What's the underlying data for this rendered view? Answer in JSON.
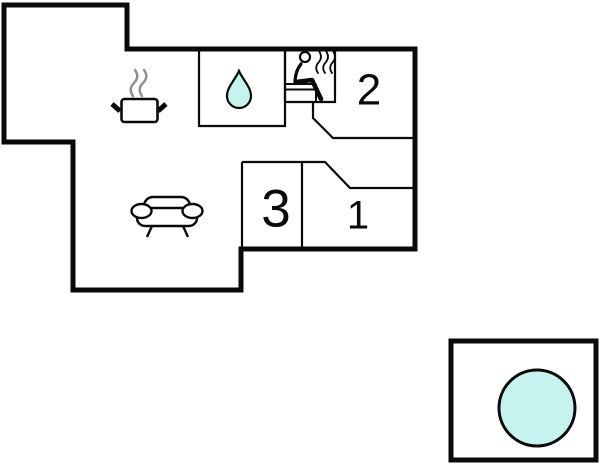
{
  "title": "floor-plan",
  "colors": {
    "wall": "#0a0a0a",
    "water": "#c7f3ee",
    "steam": "#8f8f8f"
  },
  "rooms": [
    {
      "label": "1"
    },
    {
      "label": "2"
    },
    {
      "label": "3"
    }
  ],
  "icons": {
    "kitchen": "pot-with-steam-icon",
    "living": "sofa-icon",
    "bathroom": "water-drop-icon",
    "sauna": "person-on-bench-with-steam-icon",
    "outbuilding": "hot-tub-circle-icon"
  }
}
